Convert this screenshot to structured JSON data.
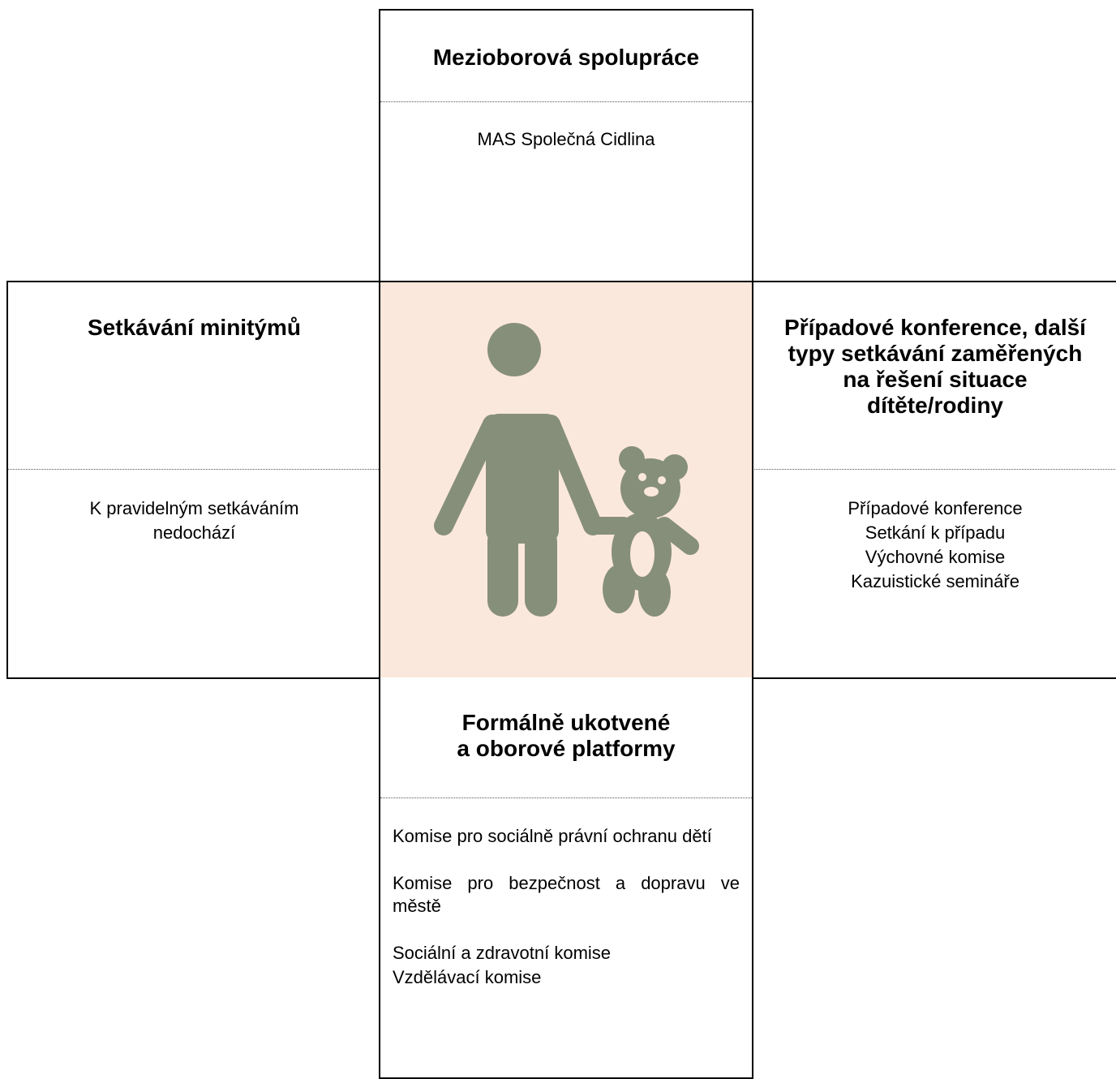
{
  "top": {
    "title": "Mezioborová spolupráce",
    "text": "MAS Společná Cidlina"
  },
  "left": {
    "title": "Setkávání minitýmů",
    "lines": [
      "K pravidelným setkáváním",
      "nedochází"
    ]
  },
  "right": {
    "title_lines": [
      "Případové konference, další",
      "typy setkávání zaměřených",
      "na řešení situace",
      "dítěte/rodiny"
    ],
    "lines": [
      "Případové konference",
      "Setkání k případu",
      "Výchovné komise",
      "Kazuistické semináře"
    ]
  },
  "center": {
    "background": "#fbe8dc",
    "figure_color": "#868f7a",
    "icon": "adult-with-child-teddy-bear-icon"
  },
  "bottom": {
    "title_lines": [
      "Formálně ukotvené",
      "a oborové platformy"
    ],
    "items": [
      "Komise pro sociálně právní ochranu dětí",
      "Komise pro bezpečnost a dopravu ve městě",
      "Sociální a zdravotní komise",
      "Vzdělávací komise"
    ]
  }
}
